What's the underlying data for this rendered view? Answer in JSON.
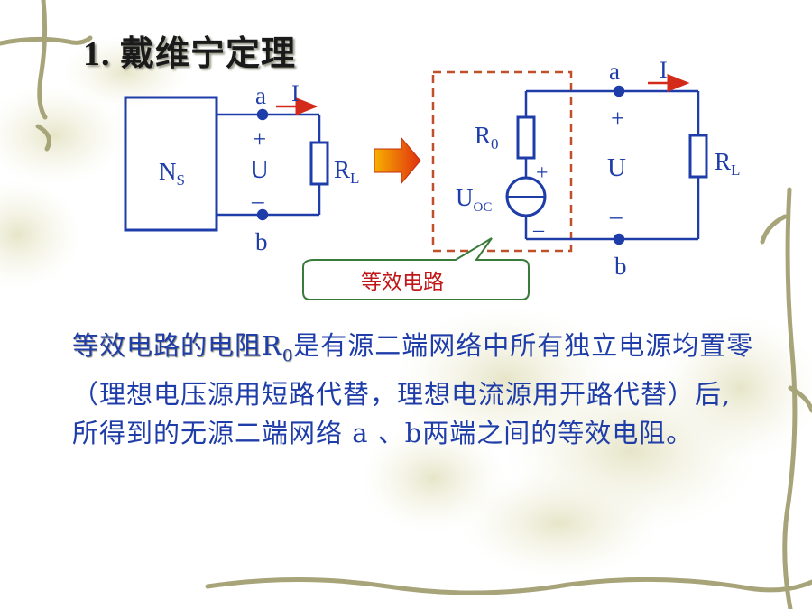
{
  "title": "1. 戴维宁定理",
  "left_circuit": {
    "network": "N",
    "network_sub": "S",
    "node_a": "a",
    "node_b": "b",
    "current": "I",
    "plus": "+",
    "voltage": "U",
    "minus": "–",
    "load": "R",
    "load_sub": "L"
  },
  "right_circuit": {
    "node_a": "a",
    "node_b": "b",
    "current": "I",
    "plus": "+",
    "voltage": "U",
    "minus": "–",
    "r0": "R",
    "r0_sub": "0",
    "source": "U",
    "source_sub": "OC",
    "source_plus": "+",
    "source_minus": "–",
    "load": "R",
    "load_sub": "L"
  },
  "callout": "等效电路",
  "paragraph": {
    "highlight": "等效电路的电阻R",
    "highlight_sub": "0",
    "rest": "是有源二端网络中所有独立电源均置零（理想电压源用短路代替，理想电流源用开路代替）后, 所得到的无源二端网络 a 、b两端之间的等效电阻。"
  },
  "colors": {
    "wire": "#1f3da8",
    "current_arrow": "#d42a1a",
    "dashed_box": "#c0502a",
    "callout_border": "#3a7a3a",
    "callout_text": "#c01818",
    "arrow_fill": "#e84010"
  }
}
